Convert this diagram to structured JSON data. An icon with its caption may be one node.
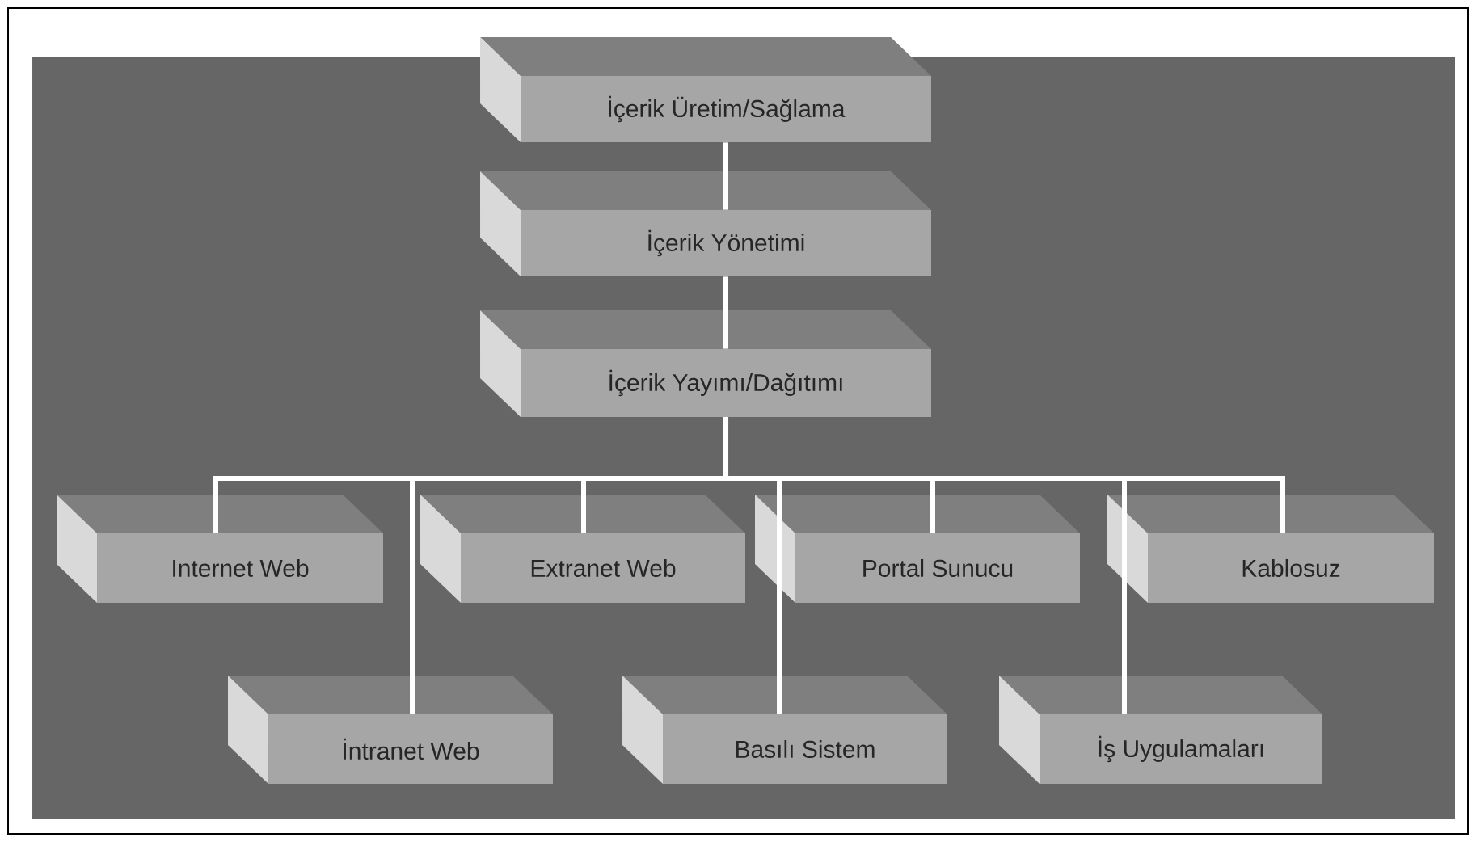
{
  "diagram": {
    "nodes": [
      {
        "text": [
          "İçerik Üretim/Sağlama"
        ]
      },
      {
        "text": [
          "İçerik Yönetimi"
        ]
      },
      {
        "text": [
          "İçerik Yayımı/Dağıtımı"
        ]
      },
      {
        "text": [
          "Internet Web"
        ]
      },
      {
        "text": [
          "Extranet Web"
        ]
      },
      {
        "text": [
          "Portal Sunucu"
        ]
      },
      {
        "text": [
          "Kablosuz"
        ]
      },
      {
        "text": [
          "İntranet Web"
        ]
      },
      {
        "text": [
          "Basılı Sistem"
        ]
      },
      {
        "text": [
          "İş Uygulamaları"
        ]
      }
    ],
    "edges": [
      {
        "from": 0,
        "to": 1,
        "arrow": "none"
      },
      {
        "from": 1,
        "to": 2,
        "arrow": "none"
      },
      {
        "from": 2,
        "to": 3,
        "arrow": "none"
      },
      {
        "from": 2,
        "to": 7,
        "arrow": "none"
      },
      {
        "from": 2,
        "to": 4,
        "arrow": "none"
      },
      {
        "from": 2,
        "to": 8,
        "arrow": "none"
      },
      {
        "from": 2,
        "to": 5,
        "arrow": "none"
      },
      {
        "from": 2,
        "to": 9,
        "arrow": "none"
      },
      {
        "from": 2,
        "to": 6,
        "arrow": "none"
      }
    ]
  }
}
